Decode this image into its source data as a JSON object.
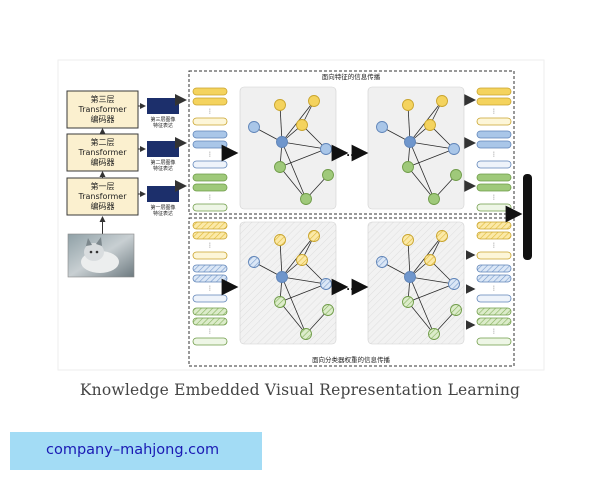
{
  "encoders": [
    {
      "line1": "第三层",
      "line2": "Transformer",
      "line3": "编码器"
    },
    {
      "line1": "第二层",
      "line2": "Transformer",
      "line3": "编码器"
    },
    {
      "line1": "第一层",
      "line2": "Transformer",
      "line3": "编码器"
    }
  ],
  "features": [
    {
      "line1": "第三层图像",
      "line2": "特征表达"
    },
    {
      "line1": "第二层图像",
      "line2": "特征表达"
    },
    {
      "line1": "第一层图像",
      "line2": "特征表达"
    }
  ],
  "panels": {
    "top_title": "面向特征的信息传播",
    "bottom_title": "面向分类器权重的信息传播",
    "ellipsis": "..."
  },
  "caption": "Knowledge Embedded Visual Representation Learning",
  "watermark": "company–mahjong.com",
  "colors": {
    "yellow": "#f4d35e",
    "blue": "#a9c6e8",
    "green": "#9fc97a",
    "navy": "#1c2f6b",
    "encoder_fill": "#fbf0cf"
  }
}
